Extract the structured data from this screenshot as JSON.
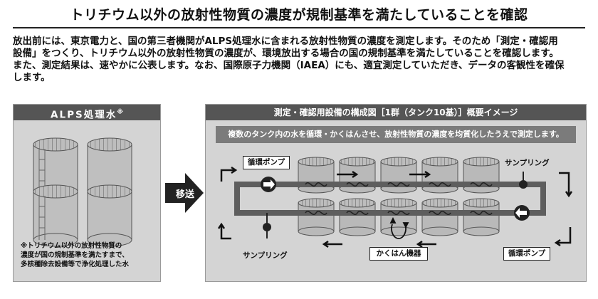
{
  "title": "トリチウム以外の放射性物質の濃度が規制基準を満たしていることを確認",
  "intro": {
    "line1": "放出前には、東京電力と、国の第三者機関がALPS処理水に含まれる放射性物質の濃度を測定します。そのため「測定・確認用",
    "line2": "設備」をつくり、トリチウム以外の放射性物質の濃度が、環境放出する場合の国の規制基準を満たしていることを確認します。",
    "line3": "また、測定結果は、速やかに公表します。なお、国際原子力機関（IAEA）にも、適宜測定していただき、データの客観性を確保",
    "line4": "します。"
  },
  "left_panel": {
    "header": "ALPS処理水",
    "header_mark": "※",
    "note_line1": "※トリチウム以外の放射性物質の",
    "note_line2": "濃度が国の規制基準を満たすまで、",
    "note_line3": "多核種除去設備等で浄化処理した水"
  },
  "transfer_arrow": {
    "label": "移送"
  },
  "right_panel": {
    "header": "測定・確認用設備の構成図［1群（タンク10基）］概要イメージ",
    "banner": "複数のタンク内の水を循環・かくはんさせ、放射性物質の濃度を均質化したうえで測定します。",
    "pump_top": "循環ポンプ",
    "pump_bottom": "循環ポンプ",
    "sampling_top": "サンプリング",
    "sampling_bottom": "サンプリング",
    "agitator": "かくはん機器"
  },
  "colors": {
    "header_bg": "#555555",
    "panel_bg": "#d4d4d4",
    "banner_bg": "#7b7b7b",
    "tank_fill": "#b8b8b8",
    "pipe": "#666666"
  },
  "icons": [
    "pump-icon",
    "sampling-valve-icon",
    "agitator-icon",
    "flow-arrow-icon",
    "tank-icon"
  ]
}
